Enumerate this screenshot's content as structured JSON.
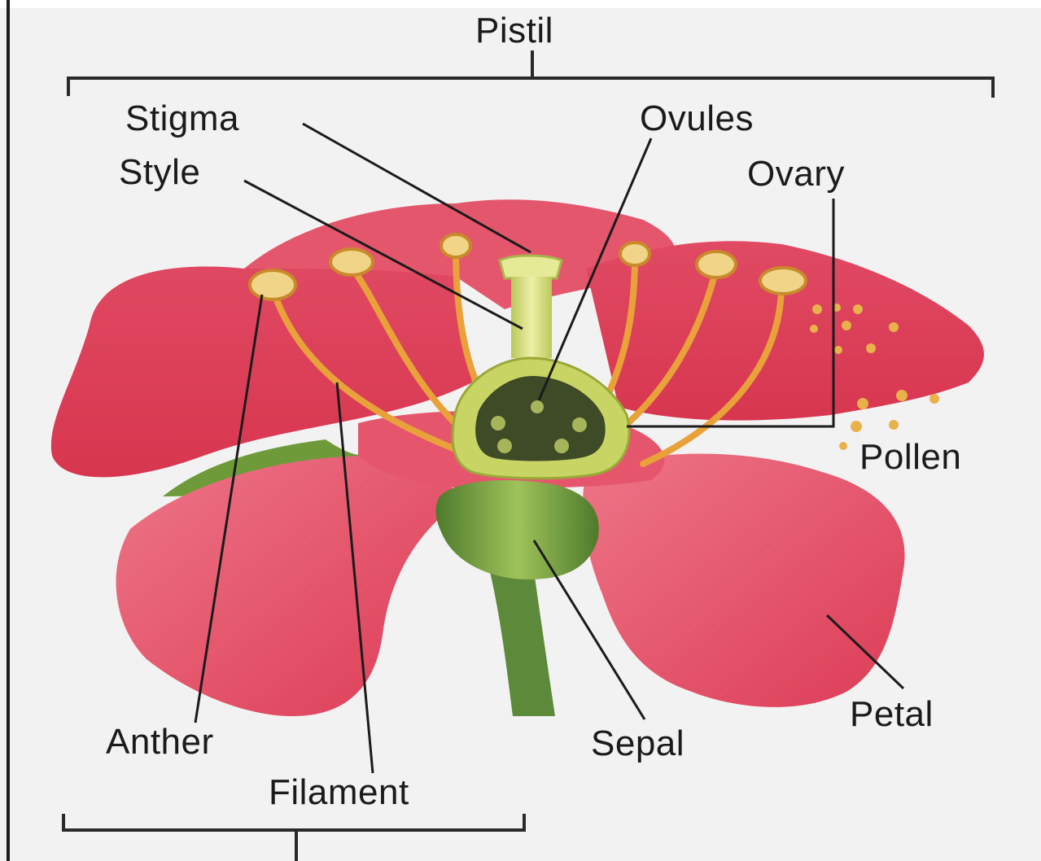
{
  "labels": {
    "pistil": "Pistil",
    "stigma": "Stigma",
    "style": "Style",
    "ovules": "Ovules",
    "ovary": "Ovary",
    "pollen": "Pollen",
    "petal": "Petal",
    "sepal": "Sepal",
    "anther": "Anther",
    "filament": "Filament"
  },
  "colors": {
    "background": "#f3f2f3",
    "petal": "#e2465f",
    "petal_light": "#f07a8c",
    "stamen": "#e9a23a",
    "pistil": "#d9e27a",
    "ovary_interior": "#3f4a26",
    "sepal": "#6f9a3a",
    "stem": "#5c8a3a",
    "leader_line": "#1b1b1b"
  }
}
